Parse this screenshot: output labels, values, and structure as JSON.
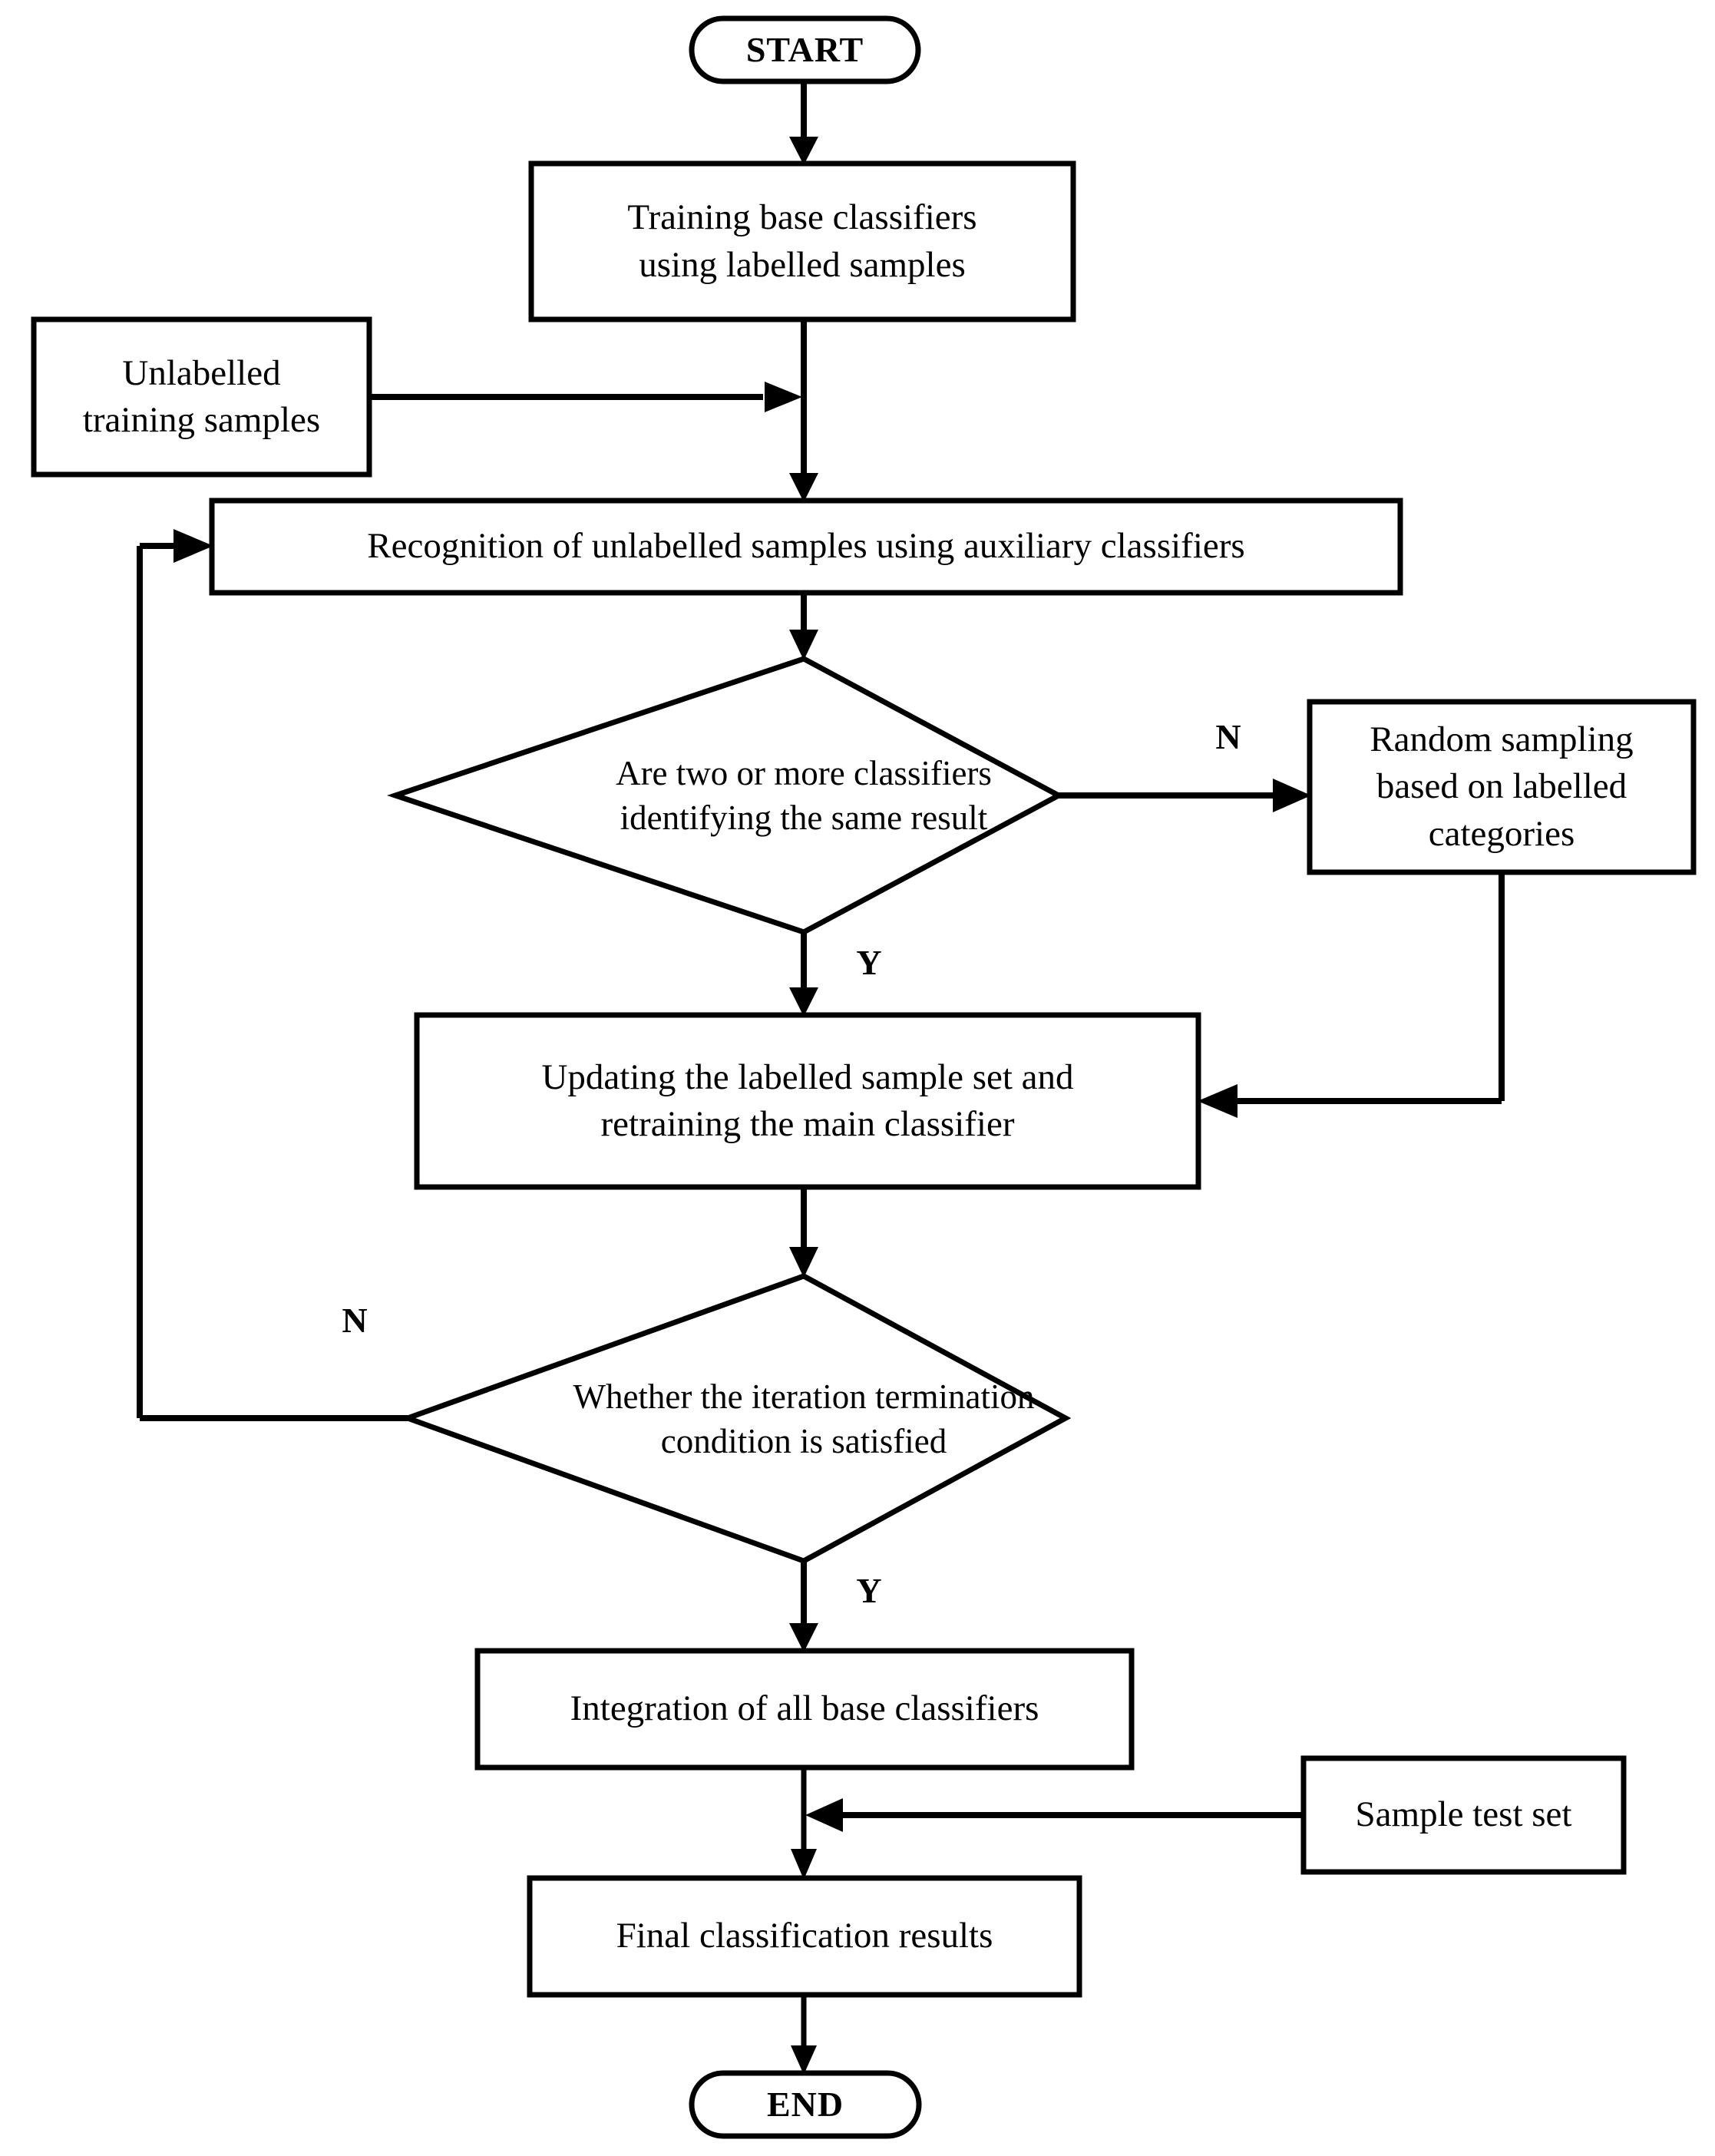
{
  "diagram": {
    "title": "Semi-supervised ensemble classification flowchart",
    "stroke_color": "#000000",
    "fill_color": "#ffffff",
    "background": "#ffffff"
  },
  "nodes": {
    "start": {
      "label": "START",
      "shape": "terminator"
    },
    "training": {
      "label": "Training base classifiers\nusing labelled samples",
      "shape": "process"
    },
    "unlabelled": {
      "label": "Unlabelled\ntraining samples",
      "shape": "process"
    },
    "recognition": {
      "label": "Recognition of unlabelled samples using auxiliary classifiers",
      "shape": "process"
    },
    "decision_agree": {
      "label": "Are two or more classifiers\nidentifying the same result",
      "shape": "decision"
    },
    "random_sampling": {
      "label": "Random sampling\nbased on labelled\ncategories",
      "shape": "process"
    },
    "updating": {
      "label": "Updating the labelled sample set and\nretraining the main classifier",
      "shape": "process"
    },
    "decision_iteration": {
      "label": "Whether the iteration termination\ncondition is satisfied",
      "shape": "decision"
    },
    "integration": {
      "label": "Integration of all base classifiers",
      "shape": "process"
    },
    "sample_test": {
      "label": "Sample test set",
      "shape": "process"
    },
    "final_results": {
      "label": "Final classification results",
      "shape": "process"
    },
    "end": {
      "label": "END",
      "shape": "terminator"
    }
  },
  "branch_labels": {
    "agree_no": "N",
    "agree_yes": "Y",
    "iteration_no": "N",
    "iteration_yes": "Y"
  },
  "edges": [
    {
      "from": "start",
      "to": "training",
      "label": ""
    },
    {
      "from": "unlabelled",
      "to": "recognition",
      "label": ""
    },
    {
      "from": "training",
      "to": "recognition",
      "label": ""
    },
    {
      "from": "recognition",
      "to": "decision_agree",
      "label": ""
    },
    {
      "from": "decision_agree",
      "to": "random_sampling",
      "label": "N"
    },
    {
      "from": "decision_agree",
      "to": "updating",
      "label": "Y"
    },
    {
      "from": "random_sampling",
      "to": "updating",
      "label": ""
    },
    {
      "from": "updating",
      "to": "decision_iteration",
      "label": ""
    },
    {
      "from": "decision_iteration",
      "to": "recognition",
      "label": "N"
    },
    {
      "from": "decision_iteration",
      "to": "integration",
      "label": "Y"
    },
    {
      "from": "integration",
      "to": "final_results",
      "label": ""
    },
    {
      "from": "sample_test",
      "to": "final_results",
      "label": ""
    },
    {
      "from": "final_results",
      "to": "end",
      "label": ""
    }
  ]
}
